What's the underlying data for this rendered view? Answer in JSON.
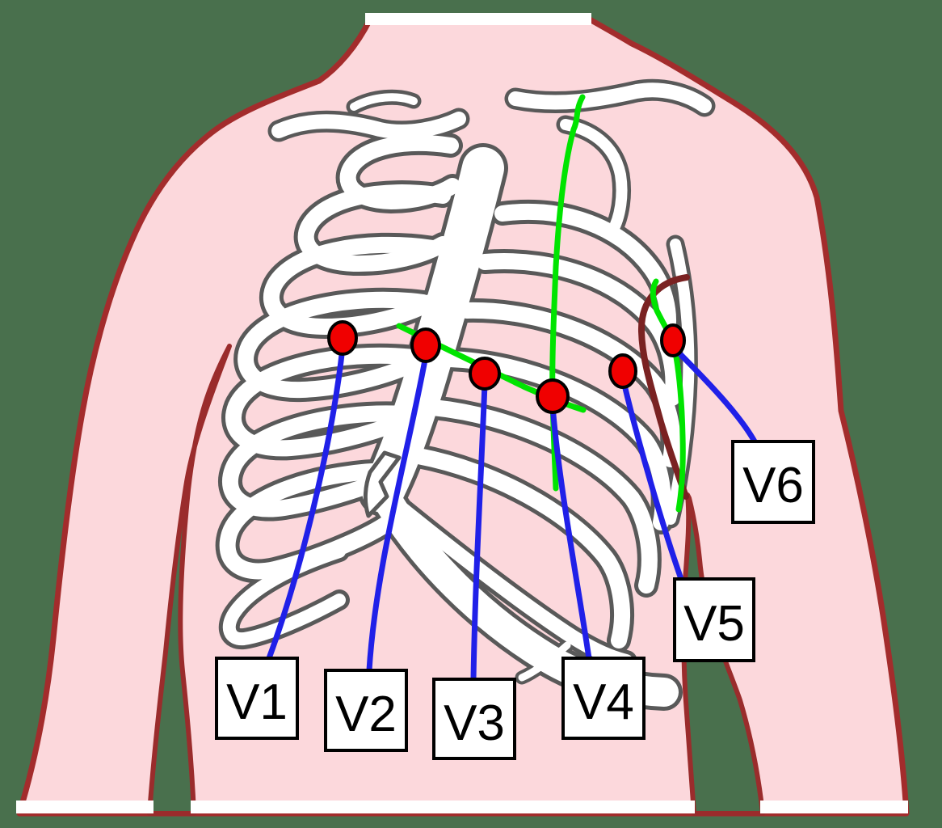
{
  "figure": {
    "name": "ECG precordial chest lead placement diagram",
    "colors": {
      "background": "#49704D",
      "skin": "#FCD8DC",
      "body_outline": "#A32C2C",
      "bone_fill": "#FFFFFF",
      "bone_outline": "#595959",
      "wire_blue": "#2020E8",
      "reference_green": "#00E400",
      "muscle_maroon": "#7A2222",
      "electrode_red": "#F00000",
      "label_box_fill": "#FFFFFF",
      "label_box_border": "#000000"
    }
  },
  "leads": [
    {
      "id": "v1",
      "label": "V1"
    },
    {
      "id": "v2",
      "label": "V2"
    },
    {
      "id": "v3",
      "label": "V3"
    },
    {
      "id": "v4",
      "label": "V4"
    },
    {
      "id": "v5",
      "label": "V5"
    },
    {
      "id": "v6",
      "label": "V6"
    }
  ]
}
